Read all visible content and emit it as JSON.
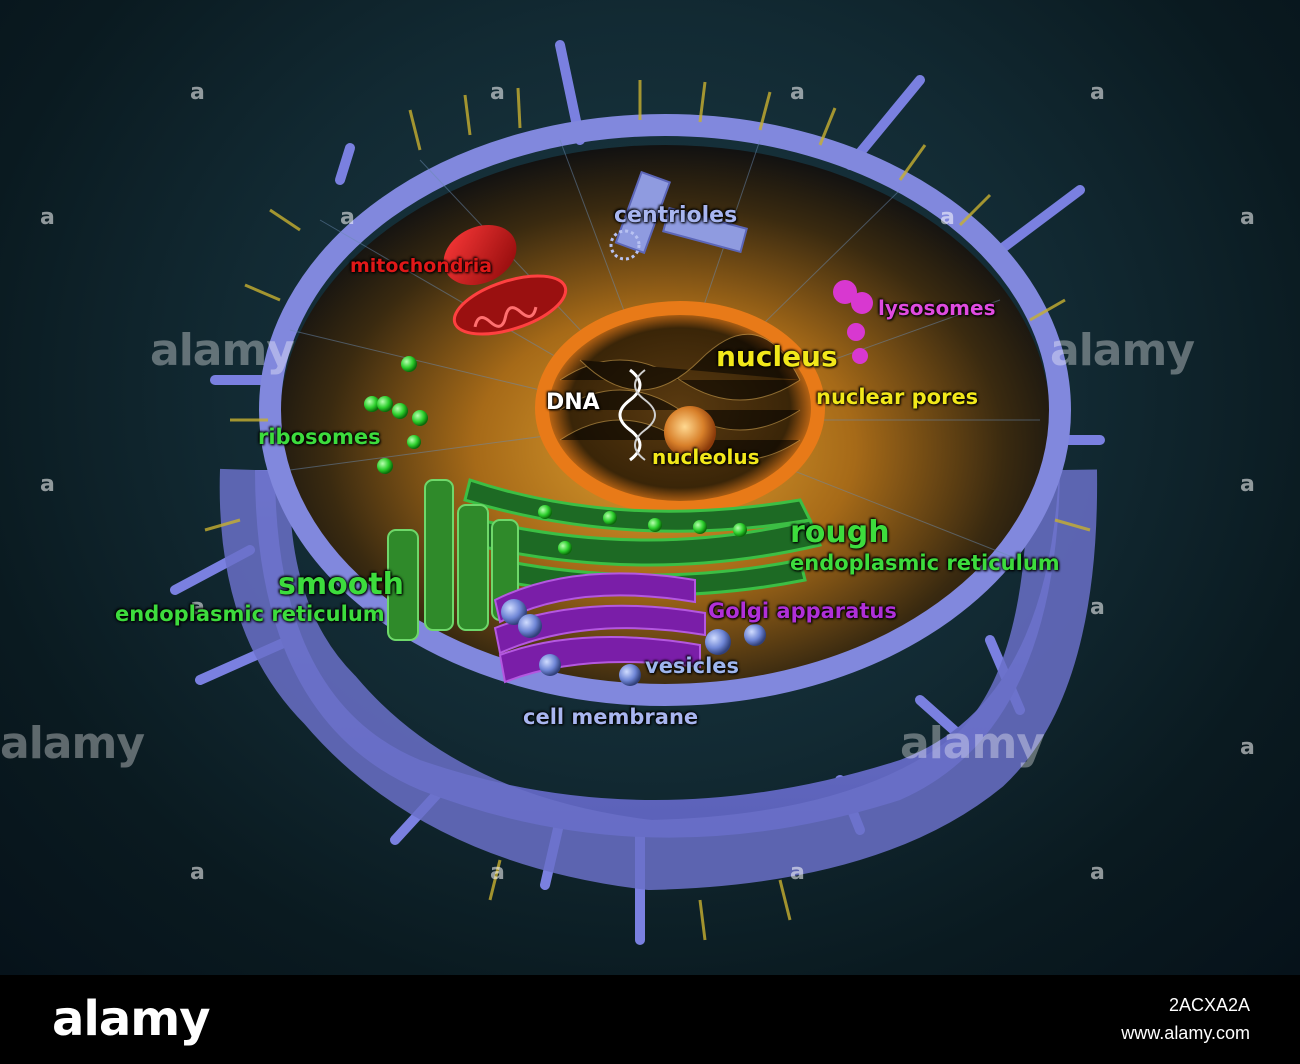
{
  "labels": {
    "centrioles": "centrioles",
    "mitochondria": "mitochondria",
    "lysosomes": "lysosomes",
    "nucleus": "nucleus",
    "nuclear_pores": "nuclear pores",
    "dna": "DNA",
    "ribosomes": "ribosomes",
    "nucleolus": "nucleolus",
    "rough": "rough",
    "rough_er": "endoplasmic reticulum",
    "smooth": "smooth",
    "smooth_er": "endoplasmic reticulum",
    "golgi": "Golgi apparatus",
    "vesicles": "vesicles",
    "cell_membrane": "cell membrane"
  },
  "colors": {
    "centrioles": "#a9b6f0",
    "mitochondria": "#e01818",
    "lysosomes": "#e04be0",
    "nucleus": "#f2e81a",
    "dna": "#ffffff",
    "ribosomes": "#3ddc3d",
    "golgi": "#b030d8",
    "vesicles": "#9fb6ee",
    "membrane": "#8e95e6"
  },
  "watermark": {
    "word": "alamy",
    "glyph": "a"
  },
  "footer": {
    "logo": "alamy",
    "image_id": "2ACXA2A",
    "url": "www.alamy.com"
  }
}
